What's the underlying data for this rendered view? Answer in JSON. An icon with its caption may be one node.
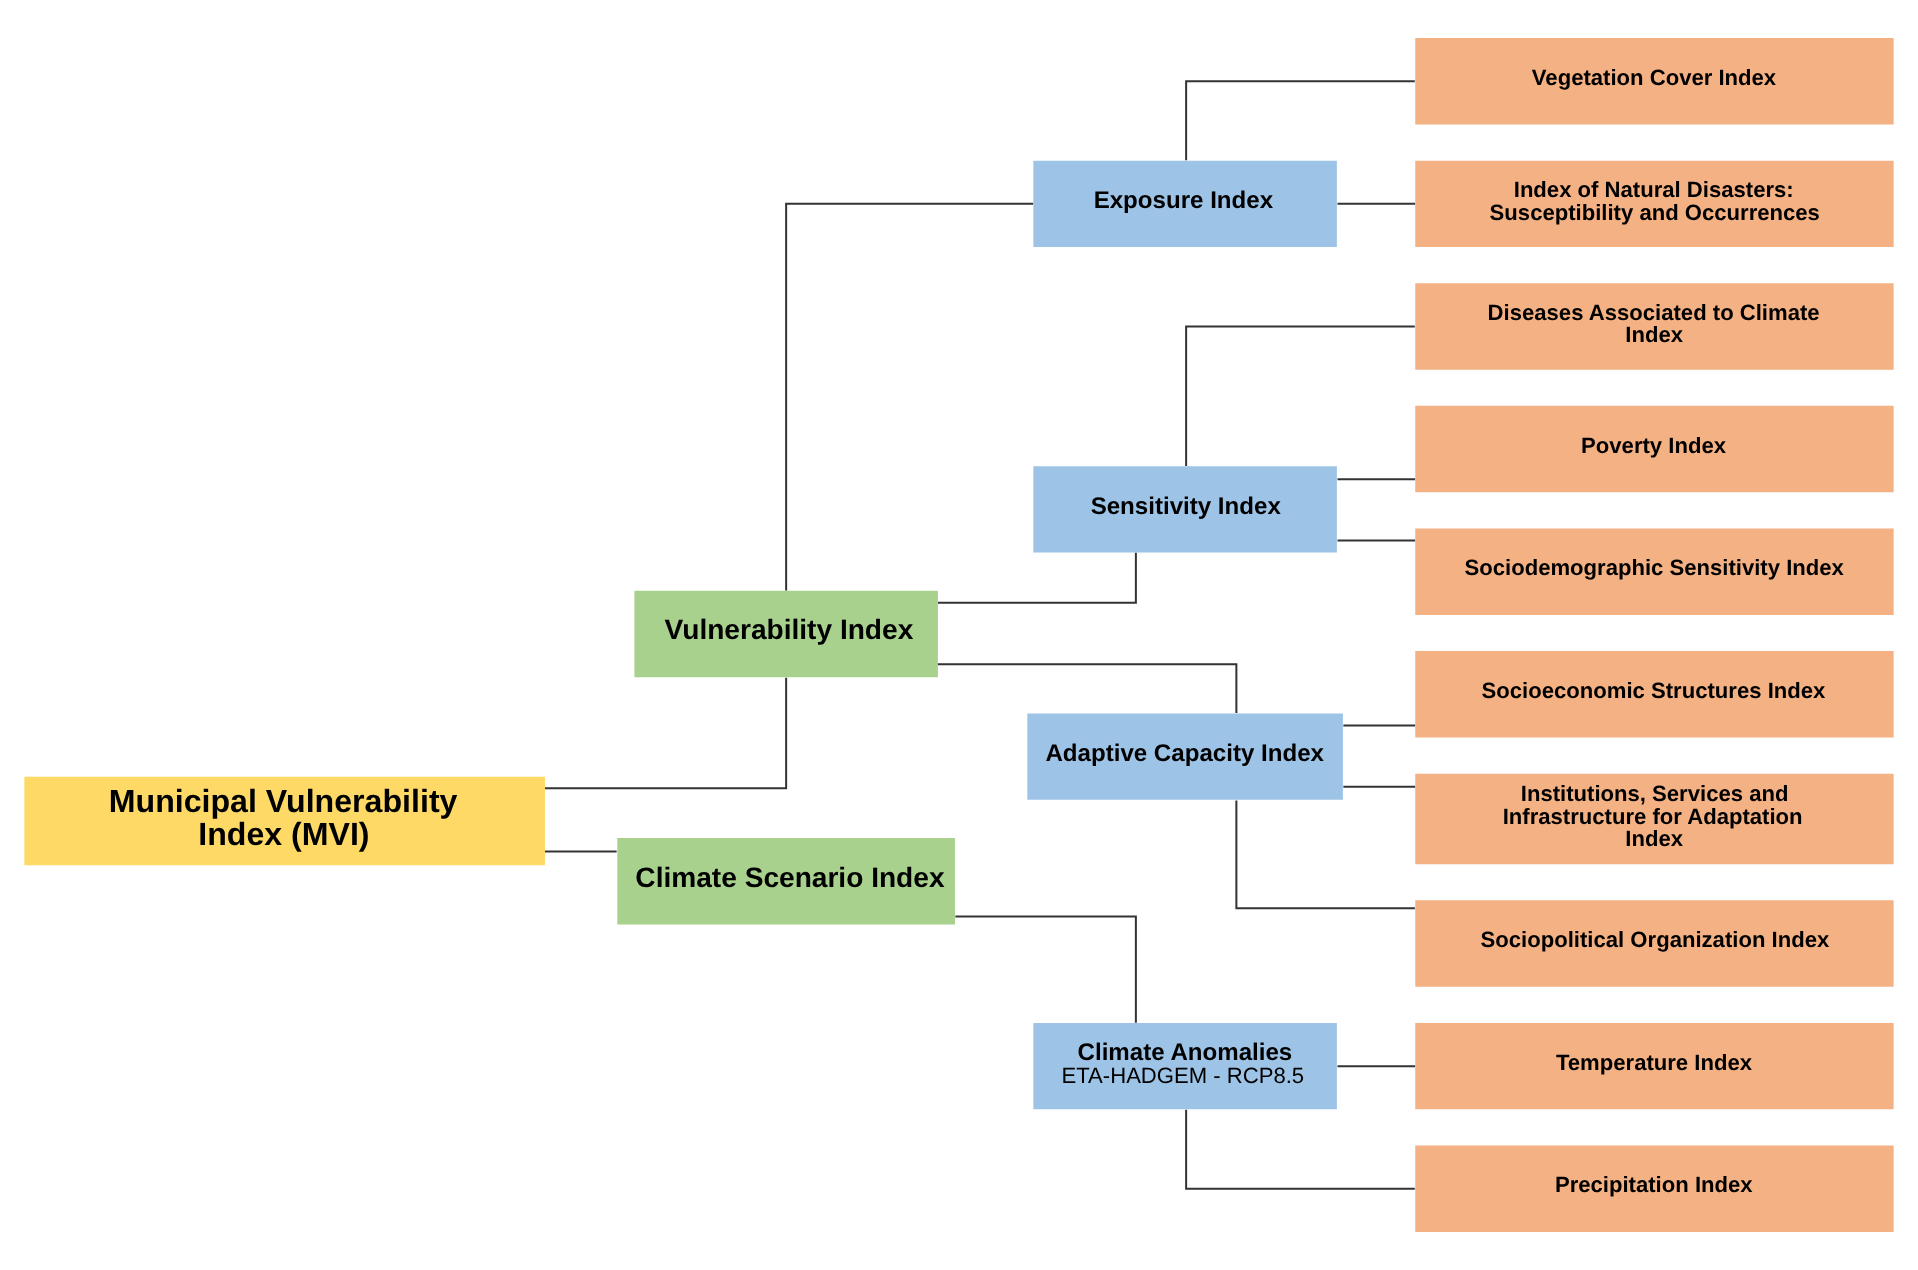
{
  "diagram": {
    "nodes": [
      {
        "text": [
          "Municipal Vulnerability Index (MVI)"
        ]
      },
      {
        "text": [
          "Vulnerability Index"
        ]
      },
      {
        "text": [
          "Climate Scenario Index"
        ]
      },
      {
        "text": [
          "Exposure Index"
        ]
      },
      {
        "text": [
          "Sensitivity Index"
        ]
      },
      {
        "text": [
          "Adaptive Capacity Index"
        ]
      },
      {
        "text": [
          "Climate Anomalies",
          "ETA-HADGEM - RCP8.5"
        ]
      },
      {
        "text": [
          "Vegetation Cover Index"
        ]
      },
      {
        "text": [
          "Index of Natural Disasters: Susceptibility and Occurrences"
        ]
      },
      {
        "text": [
          "Diseases Associated to Climate Index"
        ]
      },
      {
        "text": [
          "Poverty Index"
        ]
      },
      {
        "text": [
          "Sociodemographic Sensitivity Index"
        ]
      },
      {
        "text": [
          "Socioeconomic Structures Index"
        ]
      },
      {
        "text": [
          "Institutions, Services and Infrastructure for Adaptation Index"
        ]
      },
      {
        "text": [
          "Sociopolitical Organization Index"
        ]
      },
      {
        "text": [
          "Temperature Index"
        ]
      },
      {
        "text": [
          "Precipitation Index"
        ]
      }
    ],
    "edges": [
      {
        "from": 0,
        "to": 1,
        "arrow": "none"
      },
      {
        "from": 0,
        "to": 2,
        "arrow": "none"
      },
      {
        "from": 1,
        "to": 3,
        "arrow": "none"
      },
      {
        "from": 1,
        "to": 4,
        "arrow": "none"
      },
      {
        "from": 1,
        "to": 5,
        "arrow": "none"
      },
      {
        "from": 2,
        "to": 6,
        "arrow": "none"
      },
      {
        "from": 3,
        "to": 7,
        "arrow": "none"
      },
      {
        "from": 3,
        "to": 8,
        "arrow": "none"
      },
      {
        "from": 4,
        "to": 9,
        "arrow": "none"
      },
      {
        "from": 4,
        "to": 10,
        "arrow": "none"
      },
      {
        "from": 4,
        "to": 11,
        "arrow": "none"
      },
      {
        "from": 5,
        "to": 12,
        "arrow": "none"
      },
      {
        "from": 5,
        "to": 13,
        "arrow": "none"
      },
      {
        "from": 5,
        "to": 14,
        "arrow": "none"
      },
      {
        "from": 6,
        "to": 15,
        "arrow": "none"
      },
      {
        "from": 6,
        "to": 16,
        "arrow": "none"
      }
    ]
  }
}
